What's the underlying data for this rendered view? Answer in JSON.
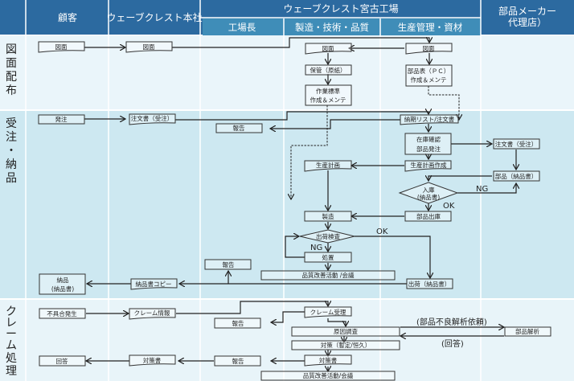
{
  "colors": {
    "header_dark": "#2c6aa0",
    "header_sub": "#3f8db8",
    "row_light": "#eaf5fa",
    "row_mid": "#cde8f1",
    "row_light_bottom": "#e8f4f9",
    "divider": "#ffffff",
    "line": "#222222"
  },
  "header": {
    "columns": [
      {
        "label": "顧客"
      },
      {
        "label": "ウェーブクレスト本社"
      },
      {
        "label": "ウェーブクレスト宮古工場"
      },
      {
        "label": "部品メーカー"
      },
      {
        "label": "代理店）"
      }
    ],
    "factory_subcolumns": [
      {
        "label": "工場長"
      },
      {
        "label": "製造・技術・品質"
      },
      {
        "label": "生産管理・資材"
      }
    ]
  },
  "lanes": [
    {
      "label": "図面配布",
      "chars": [
        "図",
        "面",
        "配",
        "布"
      ]
    },
    {
      "label": "受注・納品",
      "chars": [
        "受",
        "注",
        "・",
        "納",
        "品"
      ]
    },
    {
      "label": "クレーム処理",
      "chars": [
        "ク",
        "レ",
        "ー",
        "ム",
        "処",
        "理"
      ]
    }
  ],
  "nodes": {
    "drawing_customer": "図面",
    "drawing_hq": "図面",
    "drawing_mfg": "図面",
    "drawing_prod": "図面",
    "storage": "保管（原紙）",
    "bom_line1": "部品表（ＰＣ）",
    "bom_line2": "作成＆メンテ",
    "work_std_line1": "作業標準",
    "work_std_line2": "作成＆メンテ",
    "order": "発注",
    "order_doc_hq": "注文書（受注）",
    "report_1": "報告",
    "delivery_list": "納期リスト/注文書",
    "stock_line1": "在庫確認",
    "stock_line2": "部品発注",
    "order_doc_supplier": "注文書（受注）",
    "prod_plan": "生産計画",
    "prod_plan_make": "生産計画作成",
    "parts_delivery_note": "部品（納品書）",
    "receiving_line1": "入庫",
    "receiving_line2": "(納品書)",
    "manufacture": "製造",
    "parts_issue": "部品出庫",
    "ship_inspect": "出荷検査",
    "disposal": "処置",
    "report_2": "報告",
    "quality_meeting_1": "品質改善活動 /会議",
    "delivered_line1": "納品",
    "delivered_line2": "(納品書)",
    "delivery_copy": "納品書コピー",
    "shipment": "出荷（納品書）",
    "defect": "不具合発生",
    "claim_info": "クレーム情報",
    "claim_accept": "クレーム受理",
    "report_3": "報告",
    "root_cause": "原因調査",
    "parts_analysis": "部品解析",
    "countermeasure": "対策（暫定/恒久）",
    "cm_doc_factory": "対策書",
    "report_4": "報告",
    "cm_doc_hq": "対策書",
    "answer": "回答",
    "quality_meeting_2": "品質改善活動/会議"
  },
  "labels": {
    "ng_1": "NG",
    "ok_1": "OK",
    "ok_2": "OK",
    "ng_2": "NG",
    "request_analysis": "(部品不良解析依頼)",
    "reply": "(回答)"
  }
}
